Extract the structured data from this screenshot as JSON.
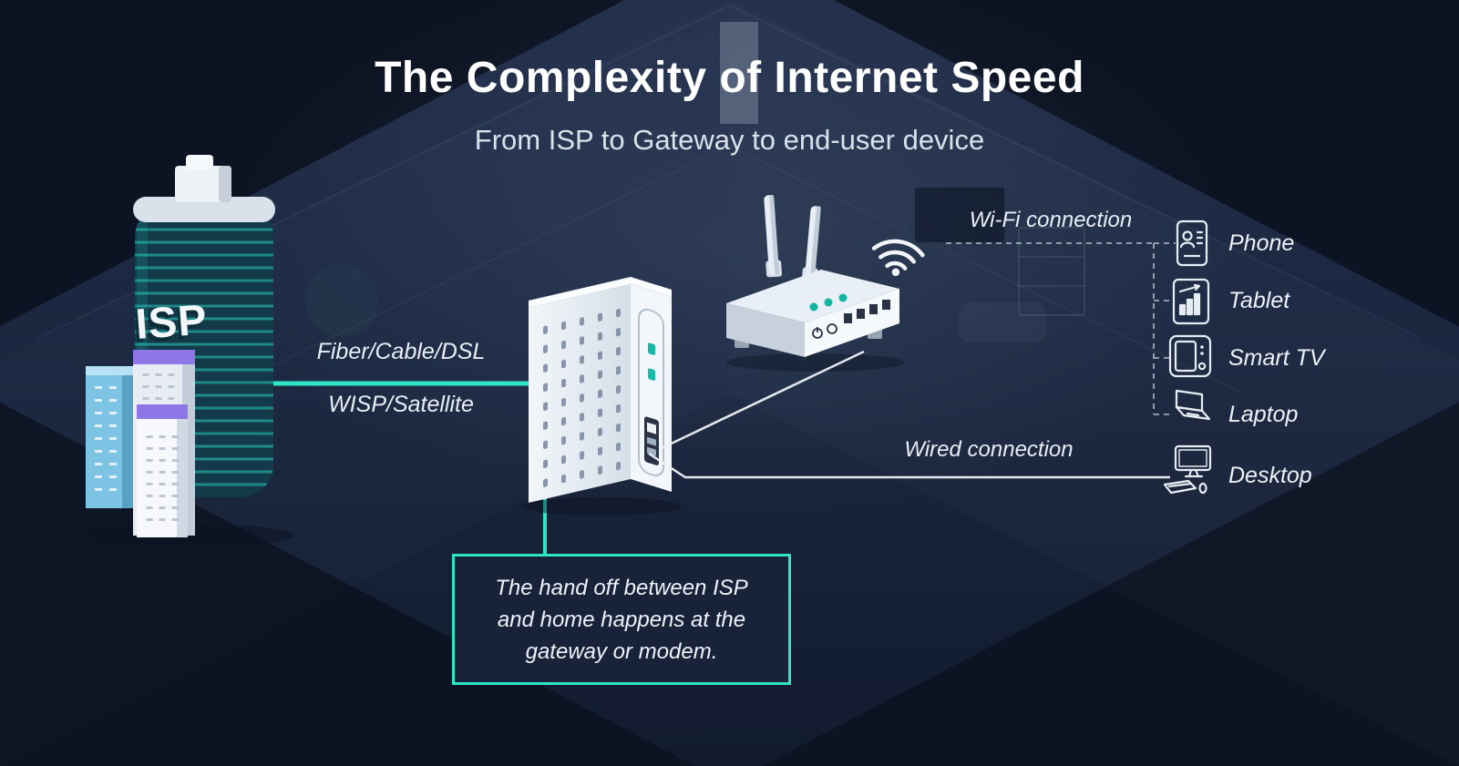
{
  "title": "The Complexity of Internet Speed",
  "subtitle": "From ISP to Gateway to end-user device",
  "isp": {
    "label": "ISP"
  },
  "links": {
    "isp_line_top": "Fiber/Cable/DSL",
    "isp_line_bottom": "WISP/Satellite",
    "wifi": "Wi-Fi connection",
    "wired": "Wired connection"
  },
  "devices": [
    {
      "id": "phone",
      "label": "Phone"
    },
    {
      "id": "tablet",
      "label": "Tablet"
    },
    {
      "id": "smart-tv",
      "label": "Smart TV"
    },
    {
      "id": "laptop",
      "label": "Laptop"
    },
    {
      "id": "desktop",
      "label": "Desktop"
    }
  ],
  "callout": {
    "lines": [
      "The hand off between ISP",
      "and home happens at the",
      "gateway or modem."
    ]
  },
  "icons": [
    "isp-building-icon",
    "modem-icon",
    "router-icon",
    "wifi-signal-icon",
    "phone-icon",
    "tablet-icon",
    "smart-tv-icon",
    "laptop-icon",
    "desktop-icon"
  ],
  "colors": {
    "background": "#141c2d",
    "accent": "#2fe5c8",
    "stripe": "#2bd8c8",
    "purple": "#8d77e6",
    "blue": "#7cc3e4",
    "text": "#f2f6fa"
  }
}
